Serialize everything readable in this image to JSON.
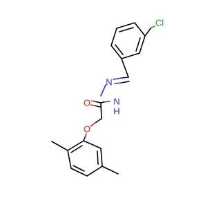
{
  "molecule": {
    "atoms": {
      "chlorine": {
        "label": "Cl",
        "color": "#1fa81f"
      },
      "imine_nitrogen": {
        "label": "N",
        "color": "#2a34d4"
      },
      "hydrazide_nitrogen": {
        "label": "N",
        "color": "#2a34d4"
      },
      "hydrazide_hydrogen": {
        "label": "H",
        "color": "#2a34d4"
      },
      "carbonyl_oxygen": {
        "label": "O",
        "color": "#e8201c"
      },
      "ether_oxygen": {
        "label": "O",
        "color": "#e8201c"
      }
    },
    "colors": {
      "bond": "#000000",
      "oxygen": "#e8201c",
      "nitrogen": "#2a34d4",
      "chlorine": "#1fa81f",
      "background": "#ffffff"
    }
  }
}
